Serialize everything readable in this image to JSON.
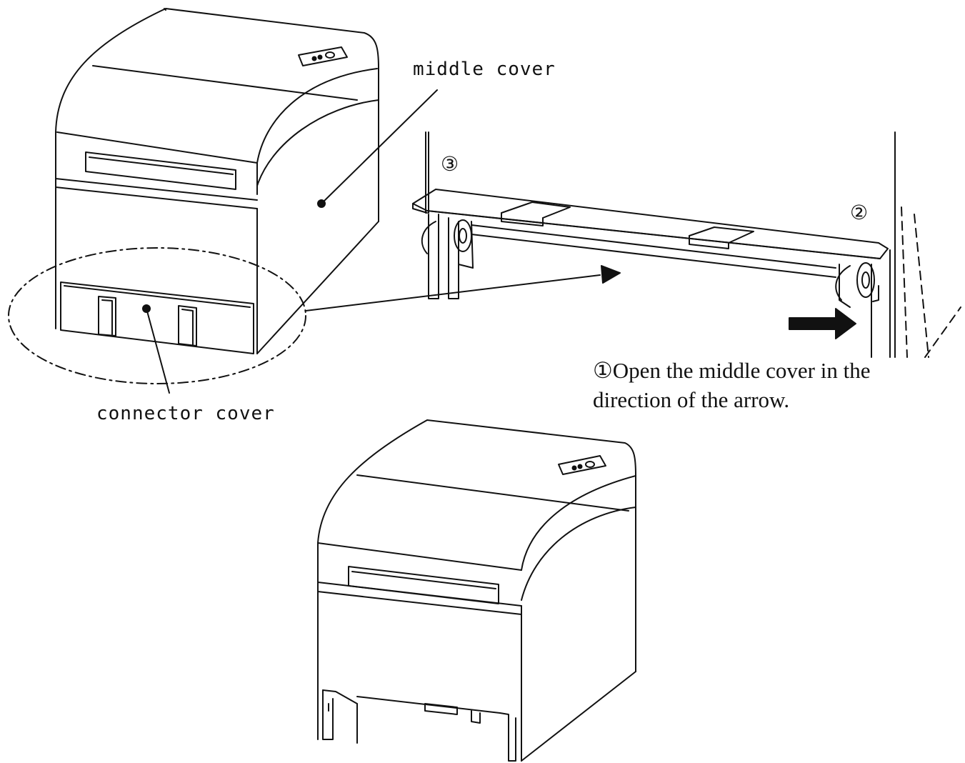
{
  "labels": {
    "middle_cover": "middle cover",
    "connector_cover": "connector cover"
  },
  "steps": {
    "step2": "②",
    "step3": "③"
  },
  "instruction": {
    "line1": "①Open the middle cover in the",
    "line2": "direction of the arrow."
  },
  "colors": {
    "ink": "#111111",
    "background": "#ffffff"
  }
}
